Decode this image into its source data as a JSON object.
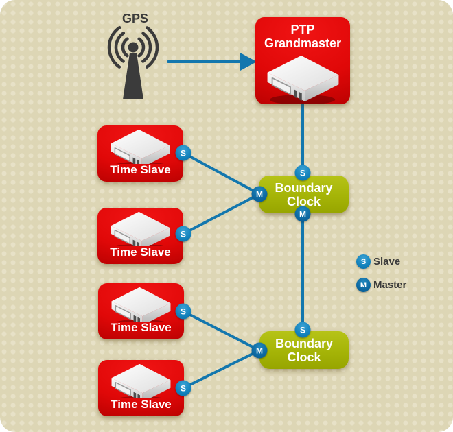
{
  "nodes": {
    "gps": {
      "label": "GPS"
    },
    "grandmaster": {
      "line1": "PTP",
      "line2": "Grandmaster"
    },
    "boundary_clock_1": {
      "line1": "Boundary",
      "line2": "Clock"
    },
    "boundary_clock_2": {
      "line1": "Boundary",
      "line2": "Clock"
    },
    "time_slaves": [
      {
        "label": "Time Slave"
      },
      {
        "label": "Time Slave"
      },
      {
        "label": "Time Slave"
      },
      {
        "label": "Time Slave"
      }
    ]
  },
  "badges": {
    "slave_letter": "S",
    "master_letter": "M"
  },
  "legend": {
    "slave_label": "Slave",
    "master_label": "Master"
  },
  "colors": {
    "canvas_bg": "#ddd6b5",
    "dot": "#e7e1c7",
    "node_red": "#e00808",
    "node_green": "#a5b407",
    "wire_blue": "#1377ae",
    "badge_slave_blue": "#1181bb",
    "badge_master_blue": "#0c67a0",
    "text_dark": "#3b3b3b",
    "text_white": "#ffffff"
  }
}
